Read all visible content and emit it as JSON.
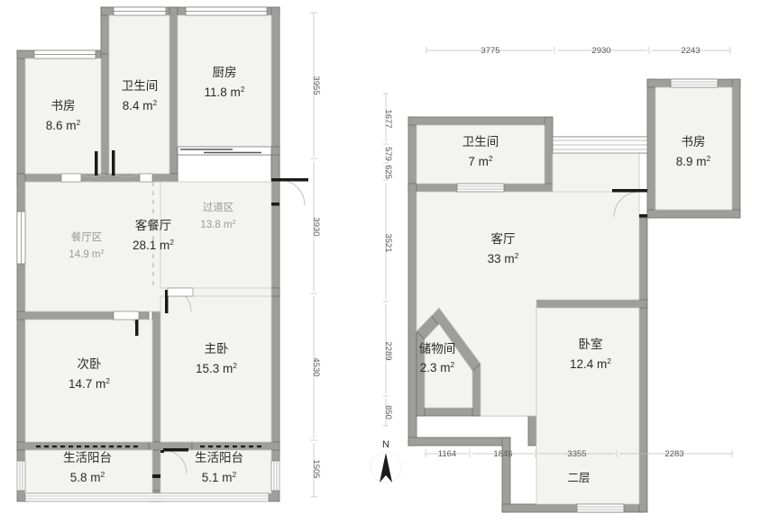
{
  "document": {
    "type": "floor-plan",
    "units": "mm",
    "area_unit": "m²"
  },
  "palette": {
    "wall_fill": "#9e9e9c",
    "wall_stroke": "#6f6f6d",
    "room_fill": "#f3f3f1",
    "room_stroke": "#c9c9c6",
    "label_dark": "#2b2b2b",
    "label_grey": "#9a9a9a",
    "dimension": "#58585a",
    "dimension_line": "#bdbdbd",
    "background": "#ffffff",
    "door_leaf": "#1a1a1a",
    "door_arc": "#b4b4b4"
  },
  "floor1": {
    "caption": "",
    "rooms": [
      {
        "id": "study1",
        "name": "书房",
        "area": "8.6 m",
        "sup": "2"
      },
      {
        "id": "bathroom1",
        "name": "卫生间",
        "area": "8.4 m",
        "sup": "2"
      },
      {
        "id": "kitchen1",
        "name": "厨房",
        "area": "11.8 m",
        "sup": "2"
      },
      {
        "id": "livingdine",
        "name": "客餐厅",
        "area": "28.1 m",
        "sup": "2"
      },
      {
        "id": "dinearea",
        "name": "餐厅区",
        "area": "14.9 m",
        "sup": "2"
      },
      {
        "id": "corridor",
        "name": "过道区",
        "area": "13.8 m",
        "sup": "2"
      },
      {
        "id": "bedroom2",
        "name": "次卧",
        "area": "14.7 m",
        "sup": "2"
      },
      {
        "id": "master1",
        "name": "主卧",
        "area": "15.3 m",
        "sup": "2"
      },
      {
        "id": "balcony1",
        "name": "生活阳台",
        "area": "5.8 m",
        "sup": "2"
      },
      {
        "id": "balcony2",
        "name": "生活阳台",
        "area": "5.1 m",
        "sup": "2"
      }
    ],
    "dimensions_right": [
      {
        "value": "3955"
      },
      {
        "value": "3930"
      },
      {
        "value": "4530"
      },
      {
        "value": "1505"
      }
    ]
  },
  "floor2": {
    "caption": "二层",
    "rooms": [
      {
        "id": "bathroom2",
        "name": "卫生间",
        "area": "7 m",
        "sup": "2"
      },
      {
        "id": "study2",
        "name": "书房",
        "area": "8.9 m",
        "sup": "2"
      },
      {
        "id": "living2",
        "name": "客厅",
        "area": "33 m",
        "sup": "2"
      },
      {
        "id": "storage2",
        "name": "储物间",
        "area": "2.3 m",
        "sup": "2"
      },
      {
        "id": "bedroom3",
        "name": "卧室",
        "area": "12.4 m",
        "sup": "2"
      }
    ],
    "dimensions_top": [
      {
        "value": "3775"
      },
      {
        "value": "2930"
      },
      {
        "value": "2243"
      }
    ],
    "dimensions_bottom": [
      {
        "value": "1164"
      },
      {
        "value": "1846"
      },
      {
        "value": "3355"
      },
      {
        "value": "2283"
      }
    ],
    "dimensions_left": [
      {
        "value": "1677"
      },
      {
        "value": "579"
      },
      {
        "value": "625"
      },
      {
        "value": "3521"
      },
      {
        "value": "2289"
      },
      {
        "value": "850"
      }
    ],
    "compass": {
      "letter": "N",
      "icon": "north-arrow-icon"
    }
  }
}
